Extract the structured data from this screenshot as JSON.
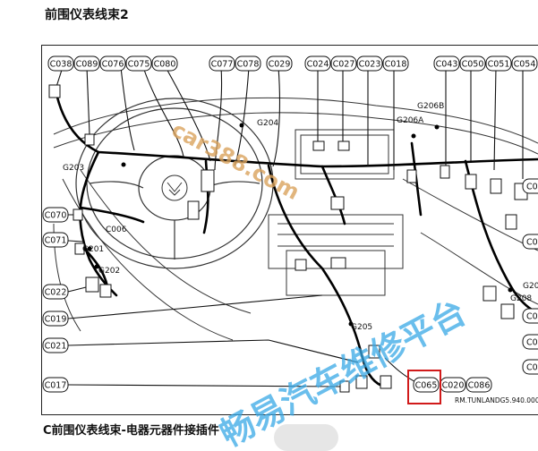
{
  "header": {
    "title": "前围仪表线束2"
  },
  "caption": "C前围仪表线束-电器元器件接插件",
  "diagram": {
    "top_connectors": [
      "C038",
      "C089",
      "C076",
      "C075",
      "C080",
      "C077",
      "C078",
      "C029",
      "C024",
      "C027",
      "C023",
      "C018",
      "C043",
      "C050",
      "C051",
      "C054"
    ],
    "left_connectors": [
      "C070",
      "C071",
      "C022",
      "C019",
      "C021",
      "C017"
    ],
    "bottom_connectors": [
      "C065",
      "C020",
      "C086"
    ],
    "inner_labels": [
      "C006",
      "G201",
      "G202",
      "G203",
      "G204",
      "G205",
      "G206A",
      "G206B",
      "G208"
    ],
    "right_partial_labels": [
      "C0",
      "C0",
      "G20",
      "C0",
      "C0",
      "C0"
    ],
    "reference_code": "RM.TUNLANDG5.940.000",
    "highlighted_connector": "C065",
    "highlight_color": "#d11a1a",
    "watermark_text": "car388.com",
    "watermark_color": "#d9a35c",
    "watermark2_text": "畅易汽车维修平台",
    "watermark2_color": "#38a8e6"
  }
}
